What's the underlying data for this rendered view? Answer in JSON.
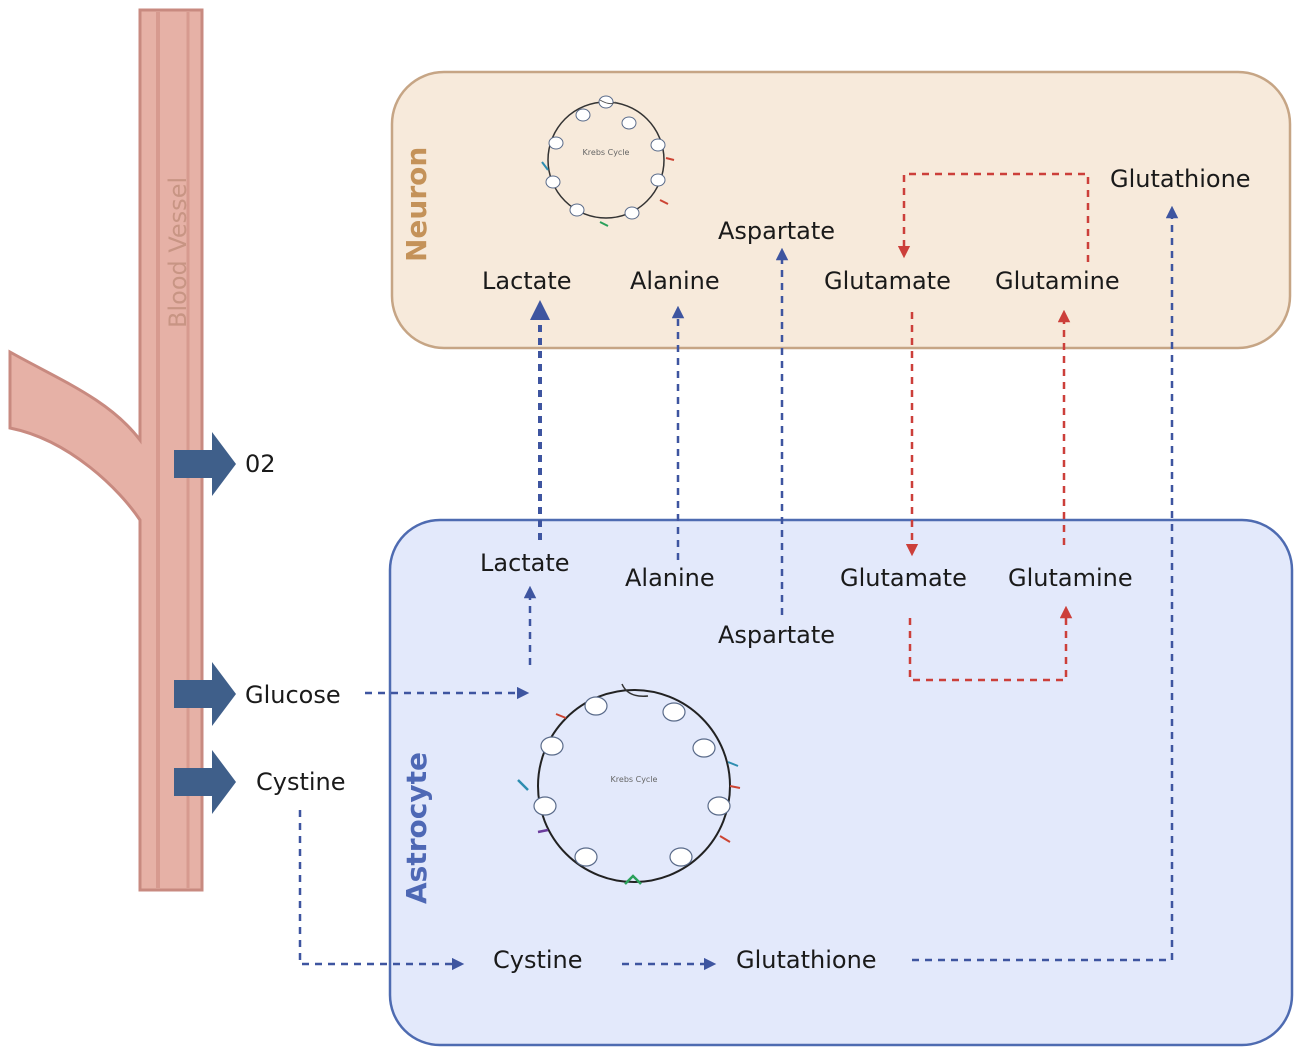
{
  "colors": {
    "vessel": "#e6b1a6",
    "vessel_edge": "#c88a80",
    "neuron_fill": "#f7eadb",
    "neuron_edge": "#c6a585",
    "neuron_text": "#c49259",
    "astro_fill": "#e3e9fb",
    "astro_edge": "#4e6bb1",
    "astro_text": "#4e68b5",
    "blue_arrow": "#3e55a0",
    "red_arrow": "#cc3f3a",
    "supply_arrow": "#3f5f8a"
  },
  "vessel": {
    "label": "Blood Vessel"
  },
  "neuron": {
    "name": "Neuron",
    "cycle_label": "Krebs Cycle",
    "lactate": "Lactate",
    "alanine": "Alanine",
    "aspartate": "Aspartate",
    "glutamate": "Glutamate",
    "glutamine": "Glutamine",
    "glutathione": "Glutathione"
  },
  "astrocyte": {
    "name": "Astrocyte",
    "cycle_label": "Krebs Cycle",
    "lactate": "Lactate",
    "alanine": "Alanine",
    "aspartate": "Aspartate",
    "glutamate": "Glutamate",
    "glutamine": "Glutamine",
    "cystine": "Cystine",
    "glutathione": "Glutathione"
  },
  "supply": {
    "o2": "02",
    "glucose": "Glucose",
    "cystine": "Cystine"
  }
}
